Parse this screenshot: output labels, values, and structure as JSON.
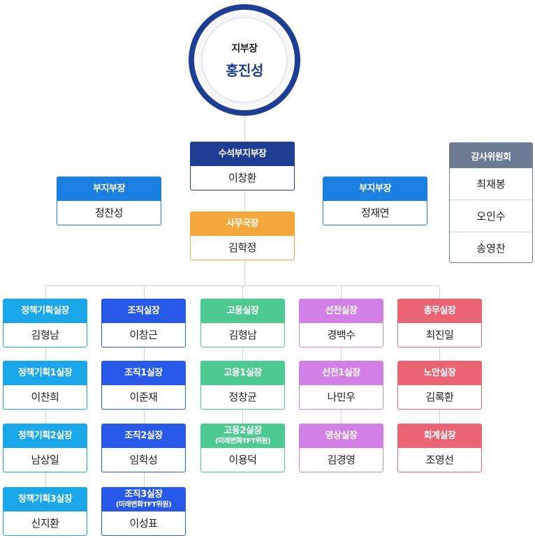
{
  "chief": {
    "title": "지부장",
    "name": "홍진성"
  },
  "senior_vice": {
    "title": "수석부지부장",
    "name": "이창환"
  },
  "vice_left": {
    "title": "부지부장",
    "name": "정찬성"
  },
  "vice_right": {
    "title": "부지부장",
    "name": "정재연"
  },
  "secretary": {
    "title": "사무국장",
    "name": "김학정"
  },
  "audit": {
    "title": "감사위원회",
    "members": [
      "최재봉",
      "오인수",
      "송영찬"
    ]
  },
  "colors": {
    "navy": "#1d3e92",
    "blue_light": "#1a7fe0",
    "orange": "#f4a73a",
    "sky": "#1aa7ea",
    "blue": "#2859e8",
    "green": "#4fc992",
    "purple": "#d27fe6",
    "red": "#ea6473",
    "gray": "#6c7a93"
  },
  "columns": [
    {
      "color": "#1aa7ea",
      "border": "#1aa7ea",
      "boxes": [
        {
          "title": "정책기획실장",
          "sub": "",
          "name": "김형남"
        },
        {
          "title": "정책기획1실장",
          "sub": "",
          "name": "이찬희"
        },
        {
          "title": "정책기획2실장",
          "sub": "",
          "name": "남상일"
        },
        {
          "title": "정책기획3실장",
          "sub": "",
          "name": "신지환"
        }
      ]
    },
    {
      "color": "#2859e8",
      "border": "#2859e8",
      "boxes": [
        {
          "title": "조직실장",
          "sub": "",
          "name": "이창근"
        },
        {
          "title": "조직1실장",
          "sub": "",
          "name": "이준재"
        },
        {
          "title": "조직2실장",
          "sub": "",
          "name": "임학성"
        },
        {
          "title": "조직3실장",
          "sub": "(미래변화TFT위원)",
          "name": "이성표"
        }
      ]
    },
    {
      "color": "#4fc992",
      "border": "#4fc992",
      "boxes": [
        {
          "title": "고용실장",
          "sub": "",
          "name": "김형남"
        },
        {
          "title": "고용1실장",
          "sub": "",
          "name": "정창균"
        },
        {
          "title": "고용2실장",
          "sub": "(미래변화TFT위원)",
          "name": "이용덕"
        }
      ]
    },
    {
      "color": "#d27fe6",
      "border": "#d27fe6",
      "boxes": [
        {
          "title": "선전실장",
          "sub": "",
          "name": "경백수"
        },
        {
          "title": "선전1실장",
          "sub": "",
          "name": "나민우"
        },
        {
          "title": "영상실장",
          "sub": "",
          "name": "김경영"
        }
      ]
    },
    {
      "color": "#ea6473",
      "border": "#ea6473",
      "boxes": [
        {
          "title": "총무실장",
          "sub": "",
          "name": "최진일"
        },
        {
          "title": "노안실장",
          "sub": "",
          "name": "김록환"
        },
        {
          "title": "회계실장",
          "sub": "",
          "name": "조영선"
        }
      ]
    }
  ]
}
